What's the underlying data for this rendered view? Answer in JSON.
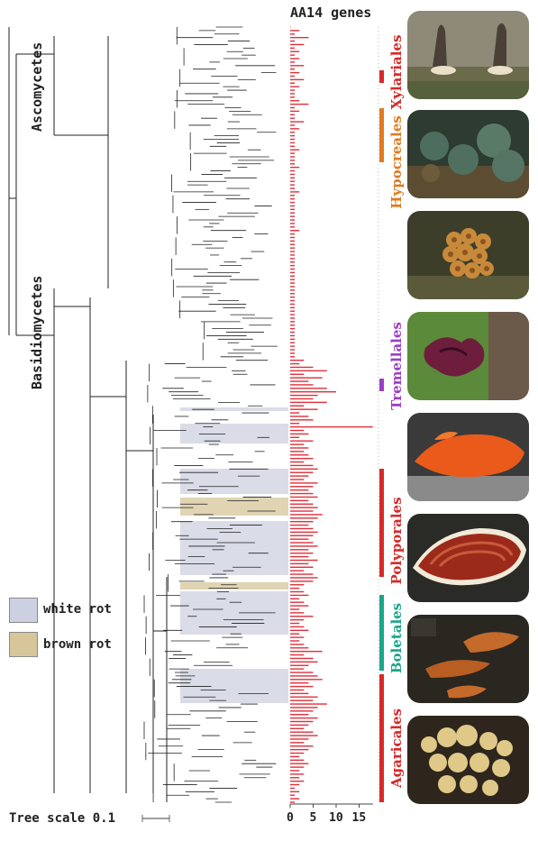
{
  "header": "AA14 genes",
  "clades": {
    "ascomycetes": "Ascomycetes",
    "basidiomycetes": "Basidiomycetes"
  },
  "orders": [
    {
      "name": "Xylariales",
      "color": "#d62a2a"
    },
    {
      "name": "Hypocreales",
      "color": "#e07b22"
    },
    {
      "name": "Tremellales",
      "color": "#9a3fc4"
    },
    {
      "name": "Polyporales",
      "color": "#d62a2a"
    },
    {
      "name": "Boletales",
      "color": "#1aa68a"
    },
    {
      "name": "Agaricales",
      "color": "#d62a2a"
    }
  ],
  "legend": {
    "white_rot": {
      "label": "white rot",
      "color": "#cdd0e0"
    },
    "brown_rot": {
      "label": "brown rot",
      "color": "#d6c69a"
    }
  },
  "tree_scale": {
    "label": "Tree scale",
    "value": "0.1"
  },
  "chart_data": {
    "type": "bar",
    "orientation": "horizontal",
    "xlabel": "AA14 genes",
    "x_ticks": [
      0,
      5,
      10,
      15
    ],
    "xlim": [
      0,
      18
    ],
    "bar_color": "#e0303a",
    "values": [
      0,
      2,
      1,
      4,
      1,
      3,
      1,
      2,
      1,
      2,
      1,
      3,
      1,
      2,
      1,
      3,
      1,
      2,
      1,
      1,
      1,
      2,
      4,
      1,
      2,
      1,
      1,
      3,
      1,
      2,
      1,
      1,
      1,
      1,
      1,
      2,
      1,
      1,
      1,
      1,
      2,
      1,
      1,
      1,
      1,
      1,
      1,
      2,
      1,
      1,
      1,
      1,
      1,
      1,
      1,
      1,
      1,
      1,
      2,
      1,
      1,
      1,
      1,
      1,
      1,
      1,
      1,
      1,
      1,
      1,
      1,
      1,
      1,
      1,
      1,
      1,
      1,
      1,
      1,
      1,
      1,
      1,
      1,
      1,
      1,
      1,
      1,
      1,
      1,
      1,
      1,
      1,
      1,
      1,
      1,
      3,
      2,
      5,
      8,
      3,
      7,
      4,
      5,
      8,
      10,
      6,
      5,
      8,
      3,
      6,
      2,
      4,
      5,
      2,
      18,
      3,
      4,
      2,
      5,
      3,
      4,
      3,
      4,
      5,
      3,
      5,
      6,
      5,
      4,
      3,
      6,
      5,
      4,
      5,
      6,
      4,
      5,
      6,
      5,
      7,
      6,
      5,
      4,
      5,
      6,
      5,
      4,
      5,
      6,
      4,
      5,
      4,
      6,
      4,
      5,
      3,
      5,
      6,
      5,
      3,
      2,
      3,
      4,
      2,
      3,
      4,
      2,
      3,
      5,
      3,
      2,
      3,
      4,
      2,
      3,
      2,
      3,
      4,
      7,
      3,
      5,
      6,
      4,
      3,
      5,
      6,
      7,
      4,
      5,
      3,
      4,
      6,
      5,
      8,
      6,
      5,
      4,
      6,
      5,
      4,
      3,
      5,
      6,
      4,
      3,
      5,
      4,
      3,
      2,
      3,
      4,
      3,
      2,
      3,
      2,
      3,
      2,
      1,
      2,
      1,
      2,
      1
    ]
  }
}
